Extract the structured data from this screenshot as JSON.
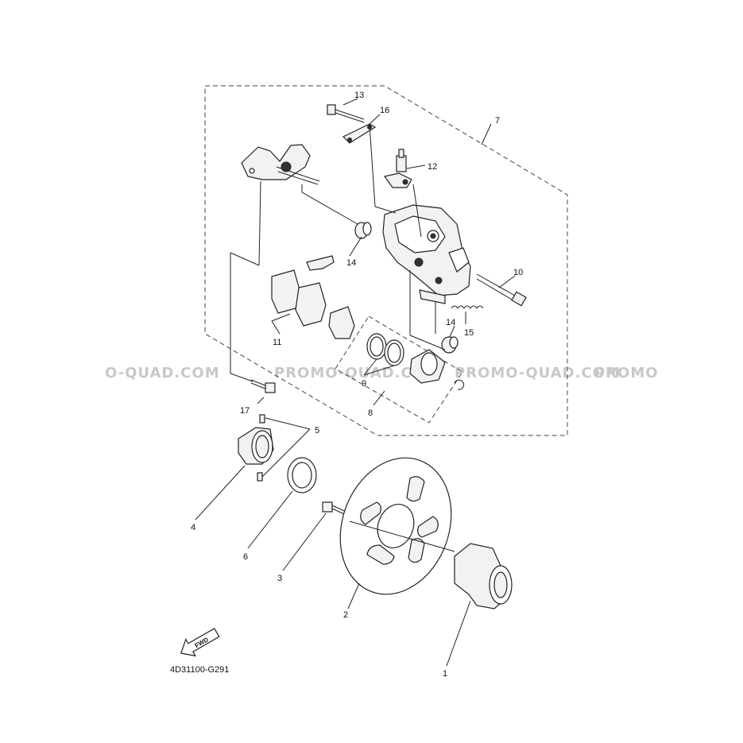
{
  "watermarks": [
    "O-QUAD.COM",
    "PROMO-QUAD.COM",
    "PROMO-QUAD.COM",
    "PROMO"
  ],
  "diagram_code": "4D31100-G291",
  "fwd_label": "FWD",
  "callouts": {
    "c1": "1",
    "c2": "2",
    "c3": "3",
    "c4": "4",
    "c5": "5",
    "c6": "6",
    "c7": "7",
    "c8": "8",
    "c9": "9",
    "c10": "10",
    "c11": "11",
    "c12": "12",
    "c13": "13",
    "c14a": "14",
    "c14b": "14",
    "c15": "15",
    "c16": "16",
    "c17": "17"
  }
}
